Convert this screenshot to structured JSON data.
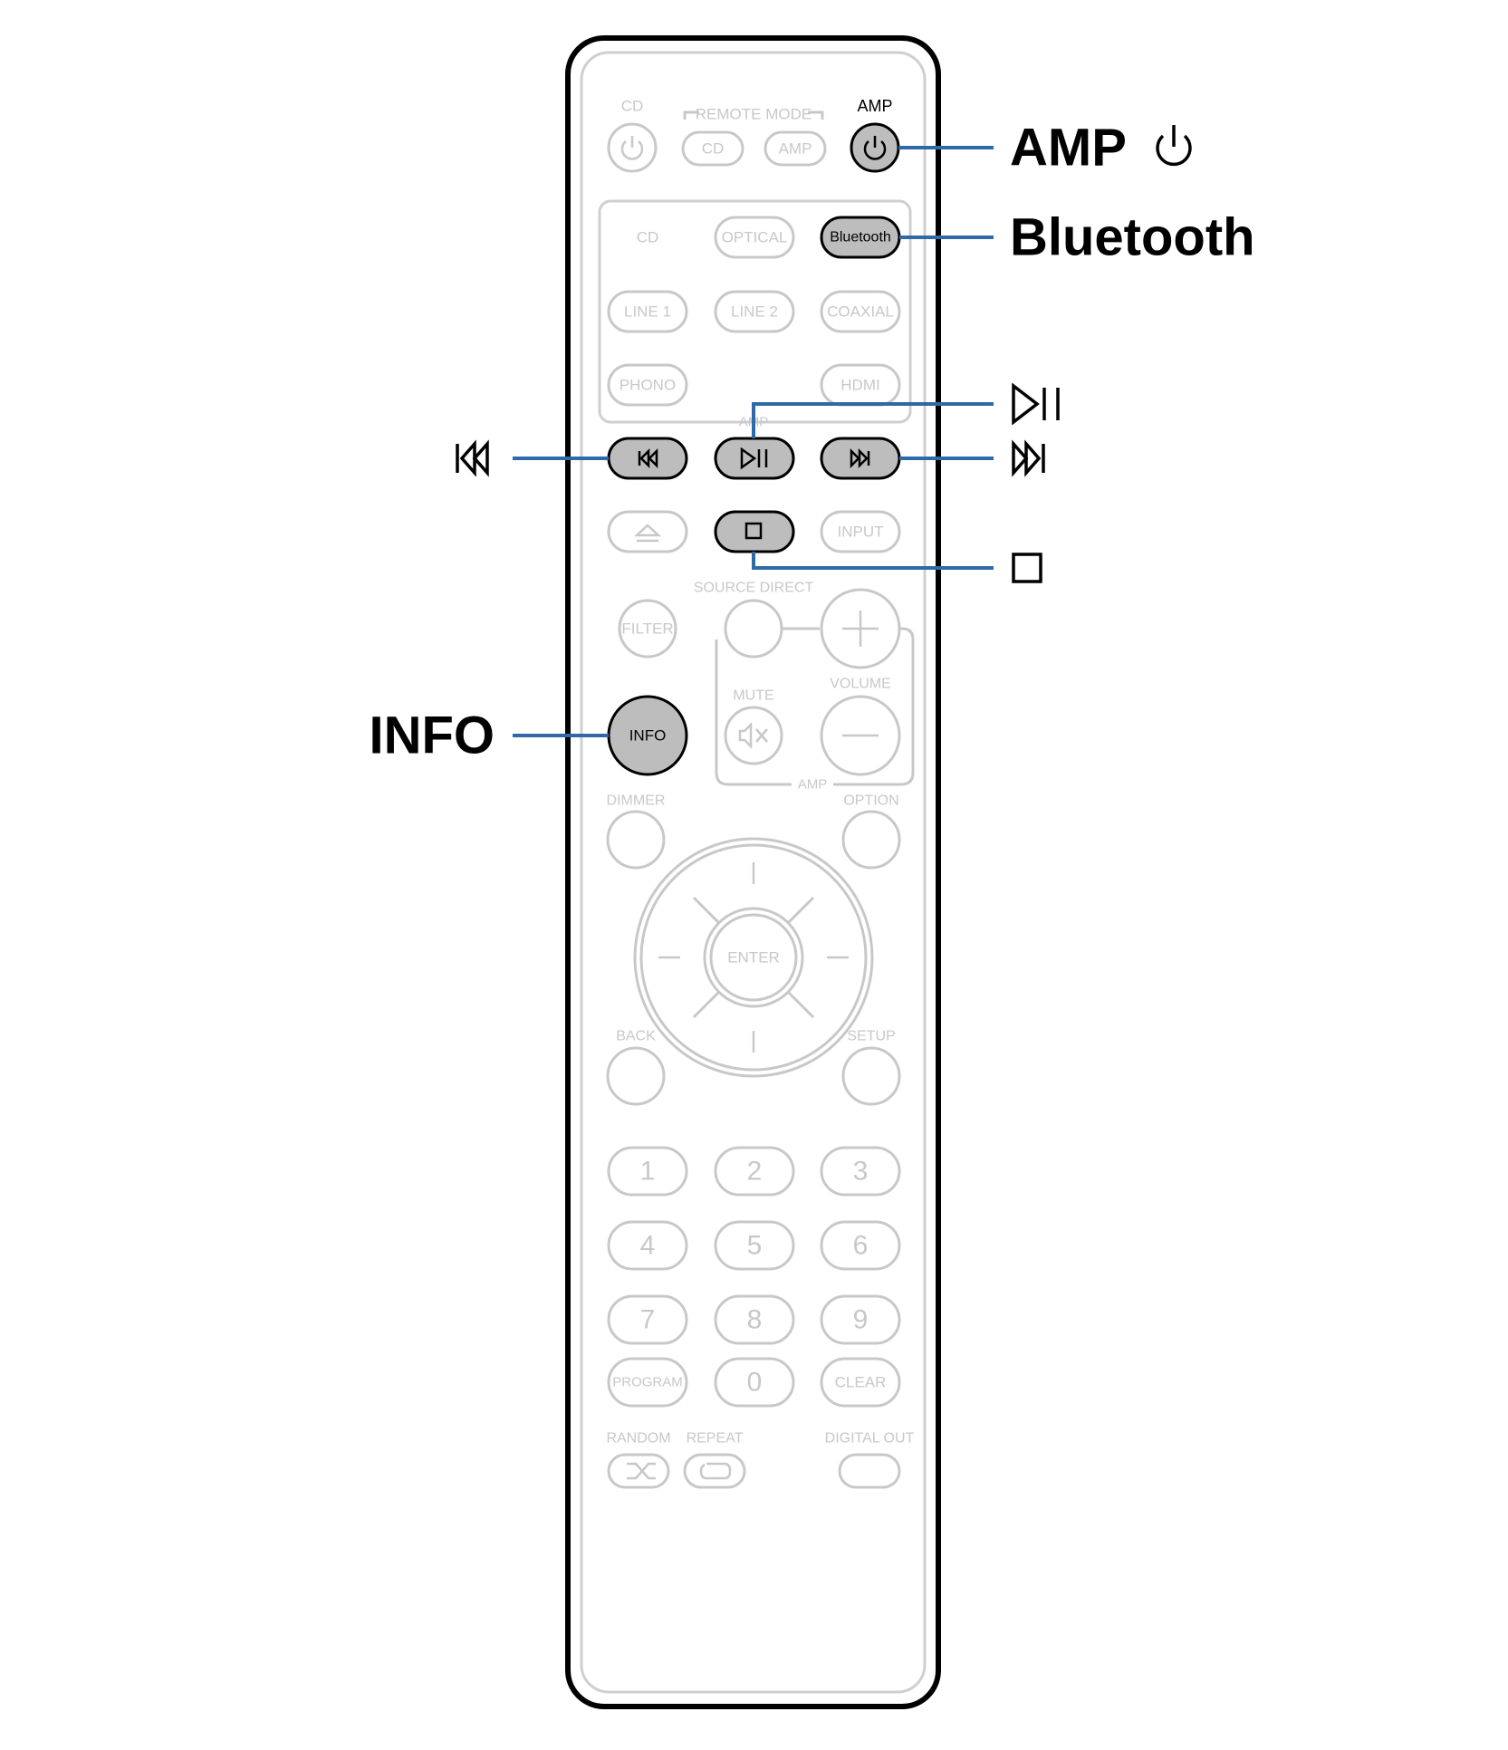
{
  "remote": {
    "labels": {
      "cd_top": "CD",
      "remote_mode": "REMOTE MODE",
      "amp_top": "AMP",
      "source_direct": "SOURCE DIRECT",
      "mute": "MUTE",
      "volume": "VOLUME",
      "amp_group": "AMP",
      "amp_group_2": "AMP",
      "dimmer": "DIMMER",
      "option": "OPTION",
      "back": "BACK",
      "setup": "SETUP",
      "random": "RANDOM",
      "repeat": "REPEAT",
      "digital_out": "DIGITAL OUT"
    },
    "buttons": {
      "mode_cd": "CD",
      "mode_amp": "AMP",
      "cd": "CD",
      "optical": "OPTICAL",
      "bluetooth": "Bluetooth",
      "line1": "LINE 1",
      "line2": "LINE 2",
      "coaxial": "COAXIAL",
      "phono": "PHONO",
      "hdmi": "HDMI",
      "input": "INPUT",
      "filter": "FILTER",
      "info": "INFO",
      "enter": "ENTER",
      "program": "PROGRAM",
      "clear": "CLEAR"
    },
    "numbers": [
      "1",
      "2",
      "3",
      "4",
      "5",
      "6",
      "7",
      "8",
      "9",
      "0"
    ]
  },
  "callouts": {
    "amp_power": "AMP",
    "bluetooth": "Bluetooth",
    "info": "INFO"
  },
  "highlight_color": "#bdbdbd",
  "leader_color": "#2e6aa8"
}
